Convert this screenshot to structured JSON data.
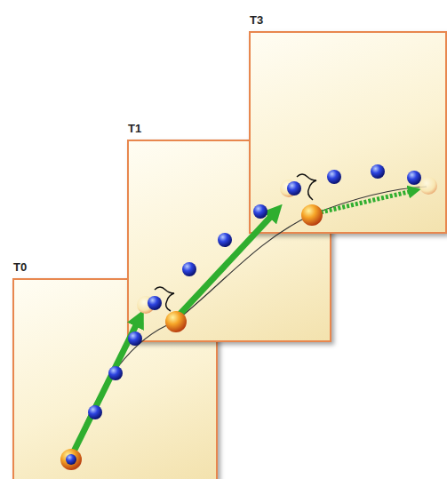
{
  "diagram": {
    "nodes": [
      {
        "text": [
          "T0"
        ]
      },
      {
        "text": [
          "T1"
        ]
      },
      {
        "text": [
          "T3"
        ]
      }
    ]
  }
}
